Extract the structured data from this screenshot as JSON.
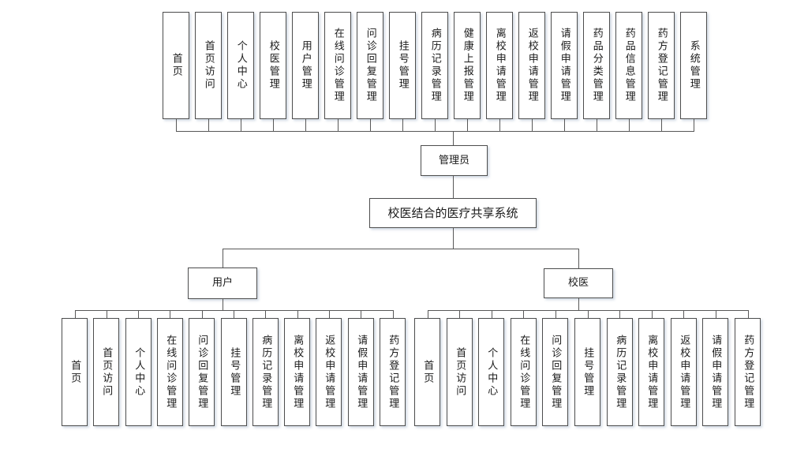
{
  "diagram": {
    "root": {
      "label": "校医结合的医疗共享系统"
    },
    "admin": {
      "label": "管理员"
    },
    "user": {
      "label": "用户"
    },
    "doctor": {
      "label": "校医"
    },
    "admin_modules": [
      "首页",
      "首页访问",
      "个人中心",
      "校医管理",
      "用户管理",
      "在线问诊管理",
      "问诊回复管理",
      "挂号管理",
      "病历记录管理",
      "健康上报管理",
      "离校申请管理",
      "返校申请管理",
      "请假申请管理",
      "药品分类管理",
      "药品信息管理",
      "药方登记管理",
      "系统管理"
    ],
    "user_modules": [
      "首页",
      "首页访问",
      "个人中心",
      "在线问诊管理",
      "问诊回复管理",
      "挂号管理",
      "病历记录管理",
      "离校申请管理",
      "返校申请管理",
      "请假申请管理",
      "药方登记管理"
    ],
    "doctor_modules": [
      "首页",
      "首页访问",
      "个人中心",
      "在线问诊管理",
      "问诊回复管理",
      "挂号管理",
      "病历记录管理",
      "离校申请管理",
      "返校申请管理",
      "请假申请管理",
      "药方登记管理"
    ],
    "colors": {
      "box_border": "#4d4d4d",
      "connector": "#585858",
      "box_fill": "#ffffff",
      "shadow": "#96aac3"
    }
  }
}
